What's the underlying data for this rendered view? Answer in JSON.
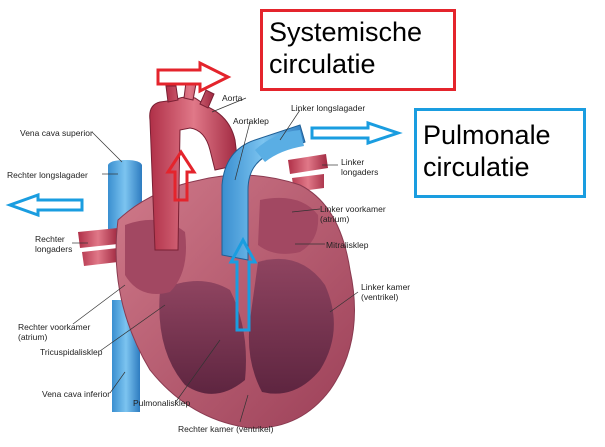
{
  "systemic_box": {
    "line1": "Systemische",
    "line2": "circulatie",
    "border_color": "#e4242c"
  },
  "pulmonary_box": {
    "line1": "Pulmonale",
    "line2": "circulatie",
    "border_color": "#1a9de0"
  },
  "labels": {
    "aorta": "Aorta",
    "aortaklep": "Aortaklep",
    "linker_longslagader": "Linker longslagader",
    "vena_cava_superior": "Vena cava superior",
    "rechter_longslagader": "Rechter longslagader",
    "linker_longaders_1": "Linker",
    "linker_longaders_2": "longaders",
    "linker_voorkamer_1": "Linker voorkamer",
    "linker_voorkamer_2": "(atrium)",
    "rechter_longaders_1": "Rechter",
    "rechter_longaders_2": "longaders",
    "mitralisklep": "Mitralisklep",
    "linker_kamer_1": "Linker kamer",
    "linker_kamer_2": "(ventrikel)",
    "rechter_voorkamer_1": "Rechter voorkamer",
    "rechter_voorkamer_2": "(atrium)",
    "tricuspidalisklep": "Tricuspidalisklep",
    "vena_cava_inferior": "Vena cava inferior",
    "pulmonalisklep": "Pulmonalisklep",
    "rechter_kamer": "Rechter kamer (ventrikel)"
  },
  "colors": {
    "oxygenated": "#e4242c",
    "deoxygenated": "#1a9de0",
    "heart_muscle": "#b5566a",
    "heart_inner": "#7a3550"
  }
}
